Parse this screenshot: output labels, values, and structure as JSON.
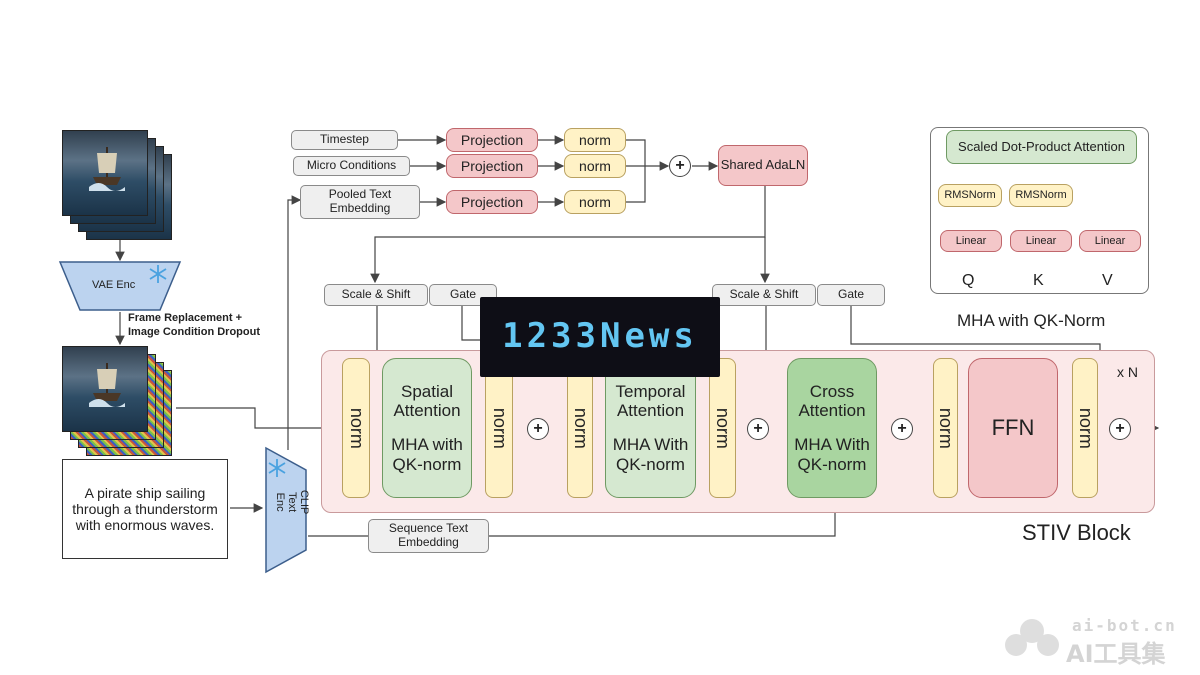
{
  "inputs": {
    "vae_enc": "VAE Enc",
    "frame_replacement_line1": "Frame Replacement +",
    "frame_replacement_line2": "Image Condition Dropout",
    "prompt": "A pirate ship sailing through a thunderstorm with enormous waves.",
    "clip_text_enc": "CLIP Text Enc"
  },
  "conditioning": {
    "timestep": "Timestep",
    "micro_conditions": "Micro Conditions",
    "pooled_text_embedding": "Pooled Text Embedding",
    "projection": "Projection",
    "norm": "norm",
    "shared_adaln": "Shared AdaLN",
    "plus": "+"
  },
  "block": {
    "scale_shift": "Scale & Shift",
    "gate": "Gate",
    "norm": "norm",
    "spatial_attention": "Spatial Attention",
    "spatial_mha": "MHA with QK-norm",
    "temporal_attention": "Temporal Attention",
    "temporal_mha": "MHA With QK-norm",
    "cross_attention": "Cross Attention",
    "cross_mha": "MHA With QK-norm",
    "ffn": "FFN",
    "repeat": "x N",
    "title": "STIV Block",
    "sequence_text_embedding": "Sequence Text Embedding"
  },
  "mha_inset": {
    "sdpa": "Scaled Dot-Product Attention",
    "rmsnorm": "RMSNorm",
    "linear": "Linear",
    "q": "Q",
    "k": "K",
    "v": "V",
    "caption": "MHA with QK-Norm"
  },
  "watermarks": {
    "overlay": "1233News",
    "site": "ai-bot.cn",
    "brand": "AI工具集"
  },
  "colors": {
    "pink": "#f4c7c9",
    "yellow": "#fff2c6",
    "green": "#d5e8d0",
    "gray": "#efefef",
    "block_bg": "#fbe9e9"
  }
}
